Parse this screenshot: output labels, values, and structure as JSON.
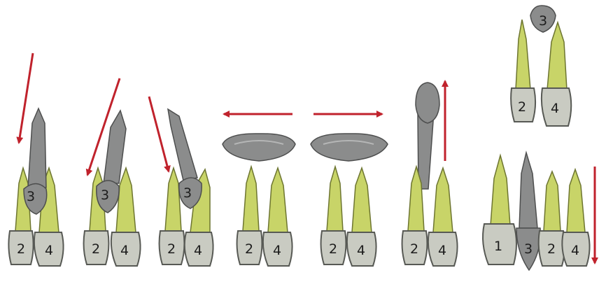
{
  "colors": {
    "root": "#c8d468",
    "root_edge": "#6d7530",
    "crown": "#c9cbc2",
    "crown_edge": "#575954",
    "canine": "#8b8c8c",
    "canine_edge": "#4d4e4e",
    "arrow": "#c0222c"
  },
  "panels": [
    {
      "tooth_labels": [
        "3",
        "2",
        "4"
      ]
    },
    {
      "tooth_labels": [
        "3",
        "2",
        "4"
      ]
    },
    {
      "tooth_labels": [
        "3",
        "2",
        "4"
      ]
    },
    {
      "tooth_labels": [
        "2",
        "4"
      ]
    },
    {
      "tooth_labels": [
        "2",
        "4"
      ]
    },
    {
      "tooth_labels": [
        "2",
        "4"
      ]
    },
    {
      "tooth_labels": [
        "3",
        "2",
        "4"
      ]
    },
    {
      "tooth_labels": [
        "1",
        "3",
        "2",
        "4"
      ]
    }
  ]
}
